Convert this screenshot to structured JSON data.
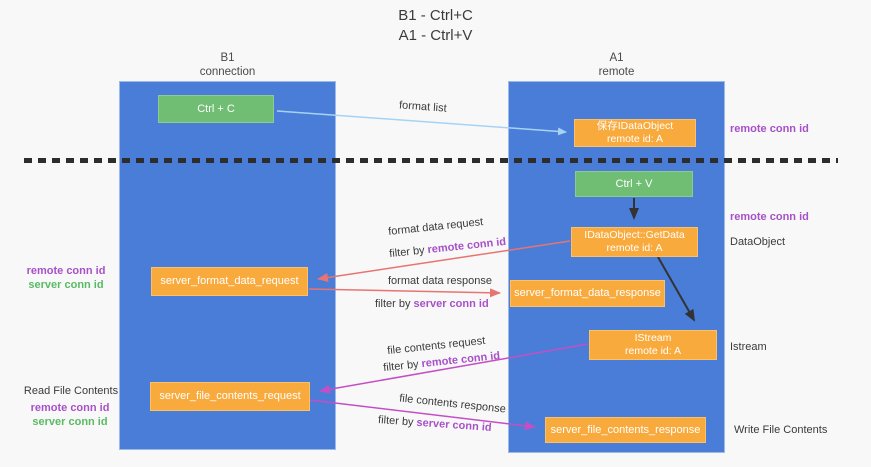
{
  "title": {
    "line1": "B1 - Ctrl+C",
    "line2": "A1 - Ctrl+V"
  },
  "lanes": {
    "left": {
      "name": "B1",
      "subtitle": "connection"
    },
    "right": {
      "name": "A1",
      "subtitle": "remote"
    }
  },
  "boxes": {
    "ctrl_c": {
      "label": "Ctrl + C"
    },
    "save_idataobject": {
      "line1": "保存IDataObject",
      "line2": "remote id: A"
    },
    "ctrl_v": {
      "label": "Ctrl + V"
    },
    "getdata": {
      "line1": "IDataObject::GetData",
      "line2": "remote id: A"
    },
    "format_request": {
      "label": "server_format_data_request"
    },
    "format_response": {
      "label": "server_format_data_response"
    },
    "istream": {
      "line1": "IStream",
      "line2": "remote id: A"
    },
    "file_request": {
      "label": "server_file_contents_request"
    },
    "file_response": {
      "label": "server_file_contents_response"
    }
  },
  "flow_labels": {
    "format_list": "format list",
    "format_data_request": "format data request",
    "format_data_response": "format data response",
    "file_contents_request": "file contents request",
    "file_contents_response": "file contents response",
    "filter_by": "filter by",
    "remote_conn_id": "remote conn id",
    "server_conn_id": "server conn id"
  },
  "side_labels": {
    "right_remote_conn_id_top": "remote conn id",
    "right_remote_conn_id_mid": "remote conn id",
    "dataobject": "DataObject",
    "istream": "Istream",
    "write_file_contents": "Write File Contents",
    "left_remote_conn_id_top": "remote conn id",
    "left_server_conn_id_top": "server conn id",
    "read_file_contents": "Read File Contents",
    "left_remote_conn_id_bottom": "remote conn id",
    "left_server_conn_id_bottom": "server conn id"
  },
  "colors": {
    "background": "#f8f8f9",
    "lane_blue": "#4a7dd8",
    "box_green": "#70be73",
    "box_orange": "#f9aa3d",
    "arrow_light_blue": "#a6d3f3",
    "arrow_salmon": "#e77471",
    "arrow_magenta": "#c44fc4",
    "arrow_black": "#333333",
    "text_purple": "#a850c8",
    "text_green": "#5aba63",
    "dash_line": "#2d2d2d"
  }
}
